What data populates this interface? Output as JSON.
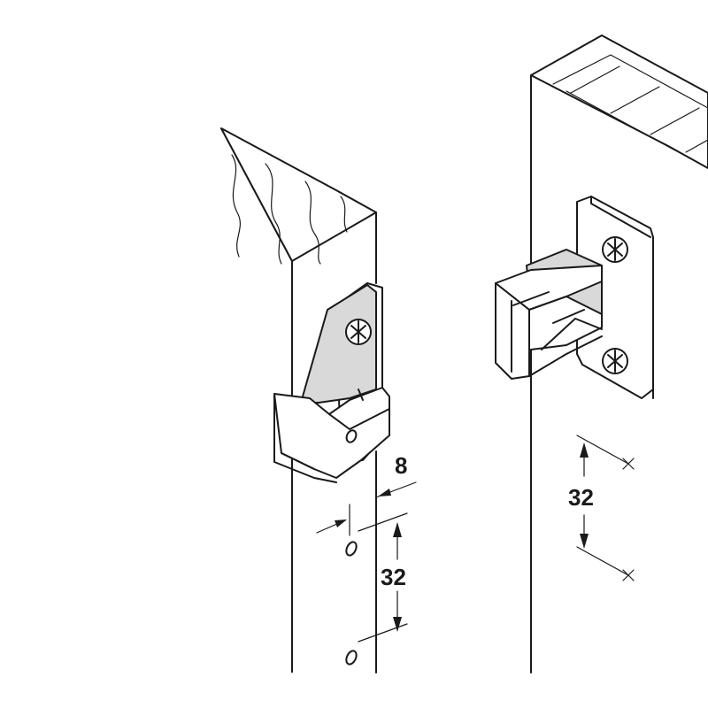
{
  "left_view": {
    "dimensions": {
      "offset": "8",
      "spacing": "32"
    }
  },
  "right_view": {
    "dimensions": {
      "spacing": "32"
    }
  },
  "colors": {
    "line": "#1a1a1a",
    "fitting_fill": "#d9d9d9",
    "background": "#ffffff"
  }
}
